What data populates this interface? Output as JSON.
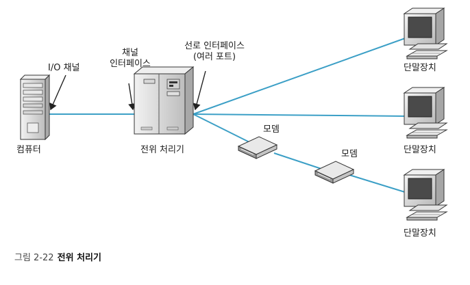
{
  "labels": {
    "io_channel": "I/O 채널",
    "channel_interface_line1": "채널",
    "channel_interface_line2": "인터페이스",
    "line_interface_line1": "선로 인터페이스",
    "line_interface_line2": "(여러 포트)",
    "computer": "컴퓨터",
    "front_end_processor": "전위 처리기",
    "modem1": "모뎀",
    "modem2": "모뎀",
    "terminal1": "단말장치",
    "terminal2": "단말장치",
    "terminal3": "단말장치"
  },
  "caption": {
    "prefix": "그림 2-22",
    "title": "전위 처리기"
  },
  "colors": {
    "line": "#3b9fc6",
    "device_light": "#e6e6e6",
    "device_mid": "#c9c9c9",
    "device_dark": "#8f8f8f",
    "outline": "#333333"
  }
}
